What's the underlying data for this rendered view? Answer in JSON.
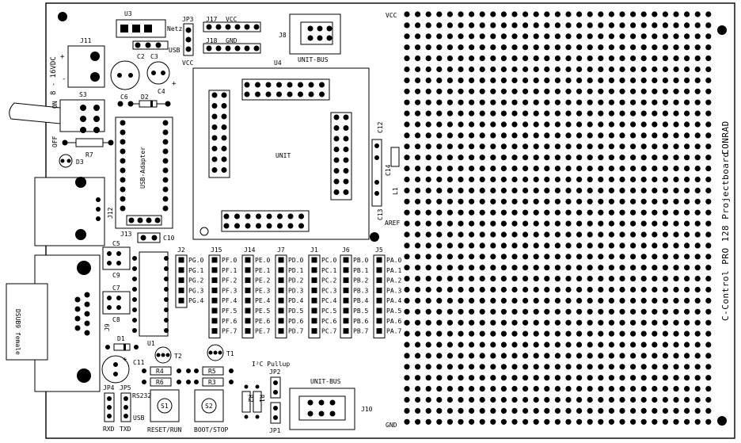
{
  "board": {
    "brand": "CONRAD",
    "title": "C-Control PRO 128 Projectboard",
    "grid_top_label": "VCC",
    "grid_bottom_label": "GND"
  },
  "power": {
    "input_label": "8 - 16VDC",
    "switch_on": "ON",
    "switch_off": "OFF",
    "plus": "+",
    "minus": "-",
    "netz": "Netz",
    "usb": "USB",
    "vcc": "VCC",
    "gnd": "GND"
  },
  "parts": {
    "J11": "J11",
    "S3": "S3",
    "U3": "U3",
    "JP3": "JP3",
    "J17": "J17",
    "J18": "J18",
    "J8": "J8",
    "U4": "U4",
    "C2": "C2",
    "C3": "C3",
    "C4": "C4",
    "C6": "C6",
    "D2": "D2",
    "R7": "R7",
    "D3": "D3",
    "J12": "J12",
    "J13": "J13",
    "C10": "C10",
    "C5": "C5",
    "C9": "C9",
    "C7": "C7",
    "C8": "C8",
    "J9": "J9",
    "D1": "D1",
    "U1": "U1",
    "C11": "C11",
    "T1": "T1",
    "T2": "T2",
    "R4": "R4",
    "R5": "R5",
    "R6": "R6",
    "R3": "R3",
    "R1": "R1",
    "R2": "R2",
    "S1": "S1",
    "S2": "S2",
    "JP1": "JP1",
    "JP2": "JP2",
    "JP4": "JP4",
    "JP5": "JP5",
    "J10": "J10",
    "C12": "C12",
    "C13": "C13",
    "C14": "C14",
    "L1": "L1",
    "J2": "J2",
    "J15": "J15",
    "J14": "J14",
    "J7": "J7",
    "J1": "J1",
    "J6": "J6",
    "J5": "J5"
  },
  "labels": {
    "unit_bus": "UNIT-BUS",
    "unit": "UNIT",
    "usb_adapter": "USB-Adapter",
    "dsub": "DSUB9 female",
    "aref": "AREF",
    "i2c_pullup": "I²C Pullup",
    "rs232": "RS232",
    "usb": "USB",
    "rxd": "RXD",
    "txd": "TXD",
    "reset_run": "RESET/RUN",
    "boot_stop": "BOOT/STOP"
  },
  "ports": {
    "PG": [
      "PG.0",
      "PG.1",
      "PG.2",
      "PG.3",
      "PG.4"
    ],
    "PF": [
      "PF.0",
      "PF.1",
      "PF.2",
      "PF.3",
      "PF.4",
      "PF.5",
      "PF.6",
      "PF.7"
    ],
    "PE": [
      "PE.0",
      "PE.1",
      "PE.2",
      "PE.3",
      "PE.4",
      "PE.5",
      "PE.6",
      "PE.7"
    ],
    "PD": [
      "PD.0",
      "PD.1",
      "PD.2",
      "PD.3",
      "PD.4",
      "PD.5",
      "PD.6",
      "PD.7"
    ],
    "PC": [
      "PC.0",
      "PC.1",
      "PC.2",
      "PC.3",
      "PC.4",
      "PC.5",
      "PC.6",
      "PC.7"
    ],
    "PB": [
      "PB.0",
      "PB.1",
      "PB.2",
      "PB.3",
      "PB.4",
      "PB.5",
      "PB.6",
      "PB.7"
    ],
    "PA": [
      "PA.0",
      "PA.1",
      "PA.2",
      "PA.3",
      "PA.4",
      "PA.5",
      "PA.6",
      "PA.7"
    ]
  }
}
